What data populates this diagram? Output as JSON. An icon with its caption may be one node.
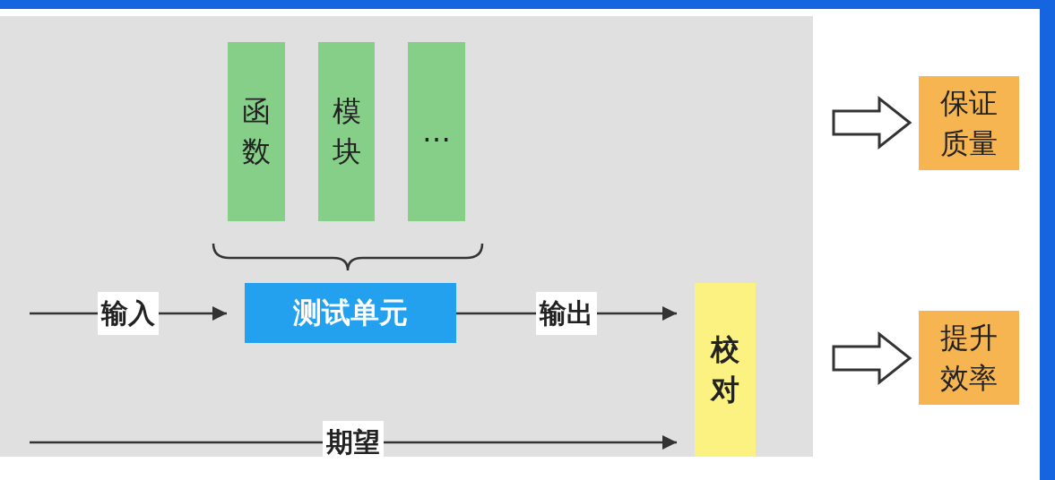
{
  "diagram": {
    "nodes": [
      {
        "text": [
          "函数"
        ]
      },
      {
        "text": [
          "模块"
        ]
      },
      {
        "text": [
          "…"
        ]
      },
      {
        "text": [
          "测试单元"
        ]
      },
      {
        "text": [
          "校对"
        ]
      },
      {
        "text": [
          "保证质量"
        ]
      },
      {
        "text": [
          "提升效率"
        ]
      }
    ],
    "edges": [
      {
        "from": null,
        "to": 3,
        "arrow": "to",
        "label": "输入"
      },
      {
        "from": 3,
        "to": 4,
        "arrow": "to",
        "label": "输出"
      },
      {
        "from": null,
        "to": 4,
        "arrow": "to",
        "label": "期望"
      },
      {
        "from": null,
        "to": 5,
        "arrow": "to"
      },
      {
        "from": null,
        "to": 6,
        "arrow": "to"
      }
    ]
  }
}
